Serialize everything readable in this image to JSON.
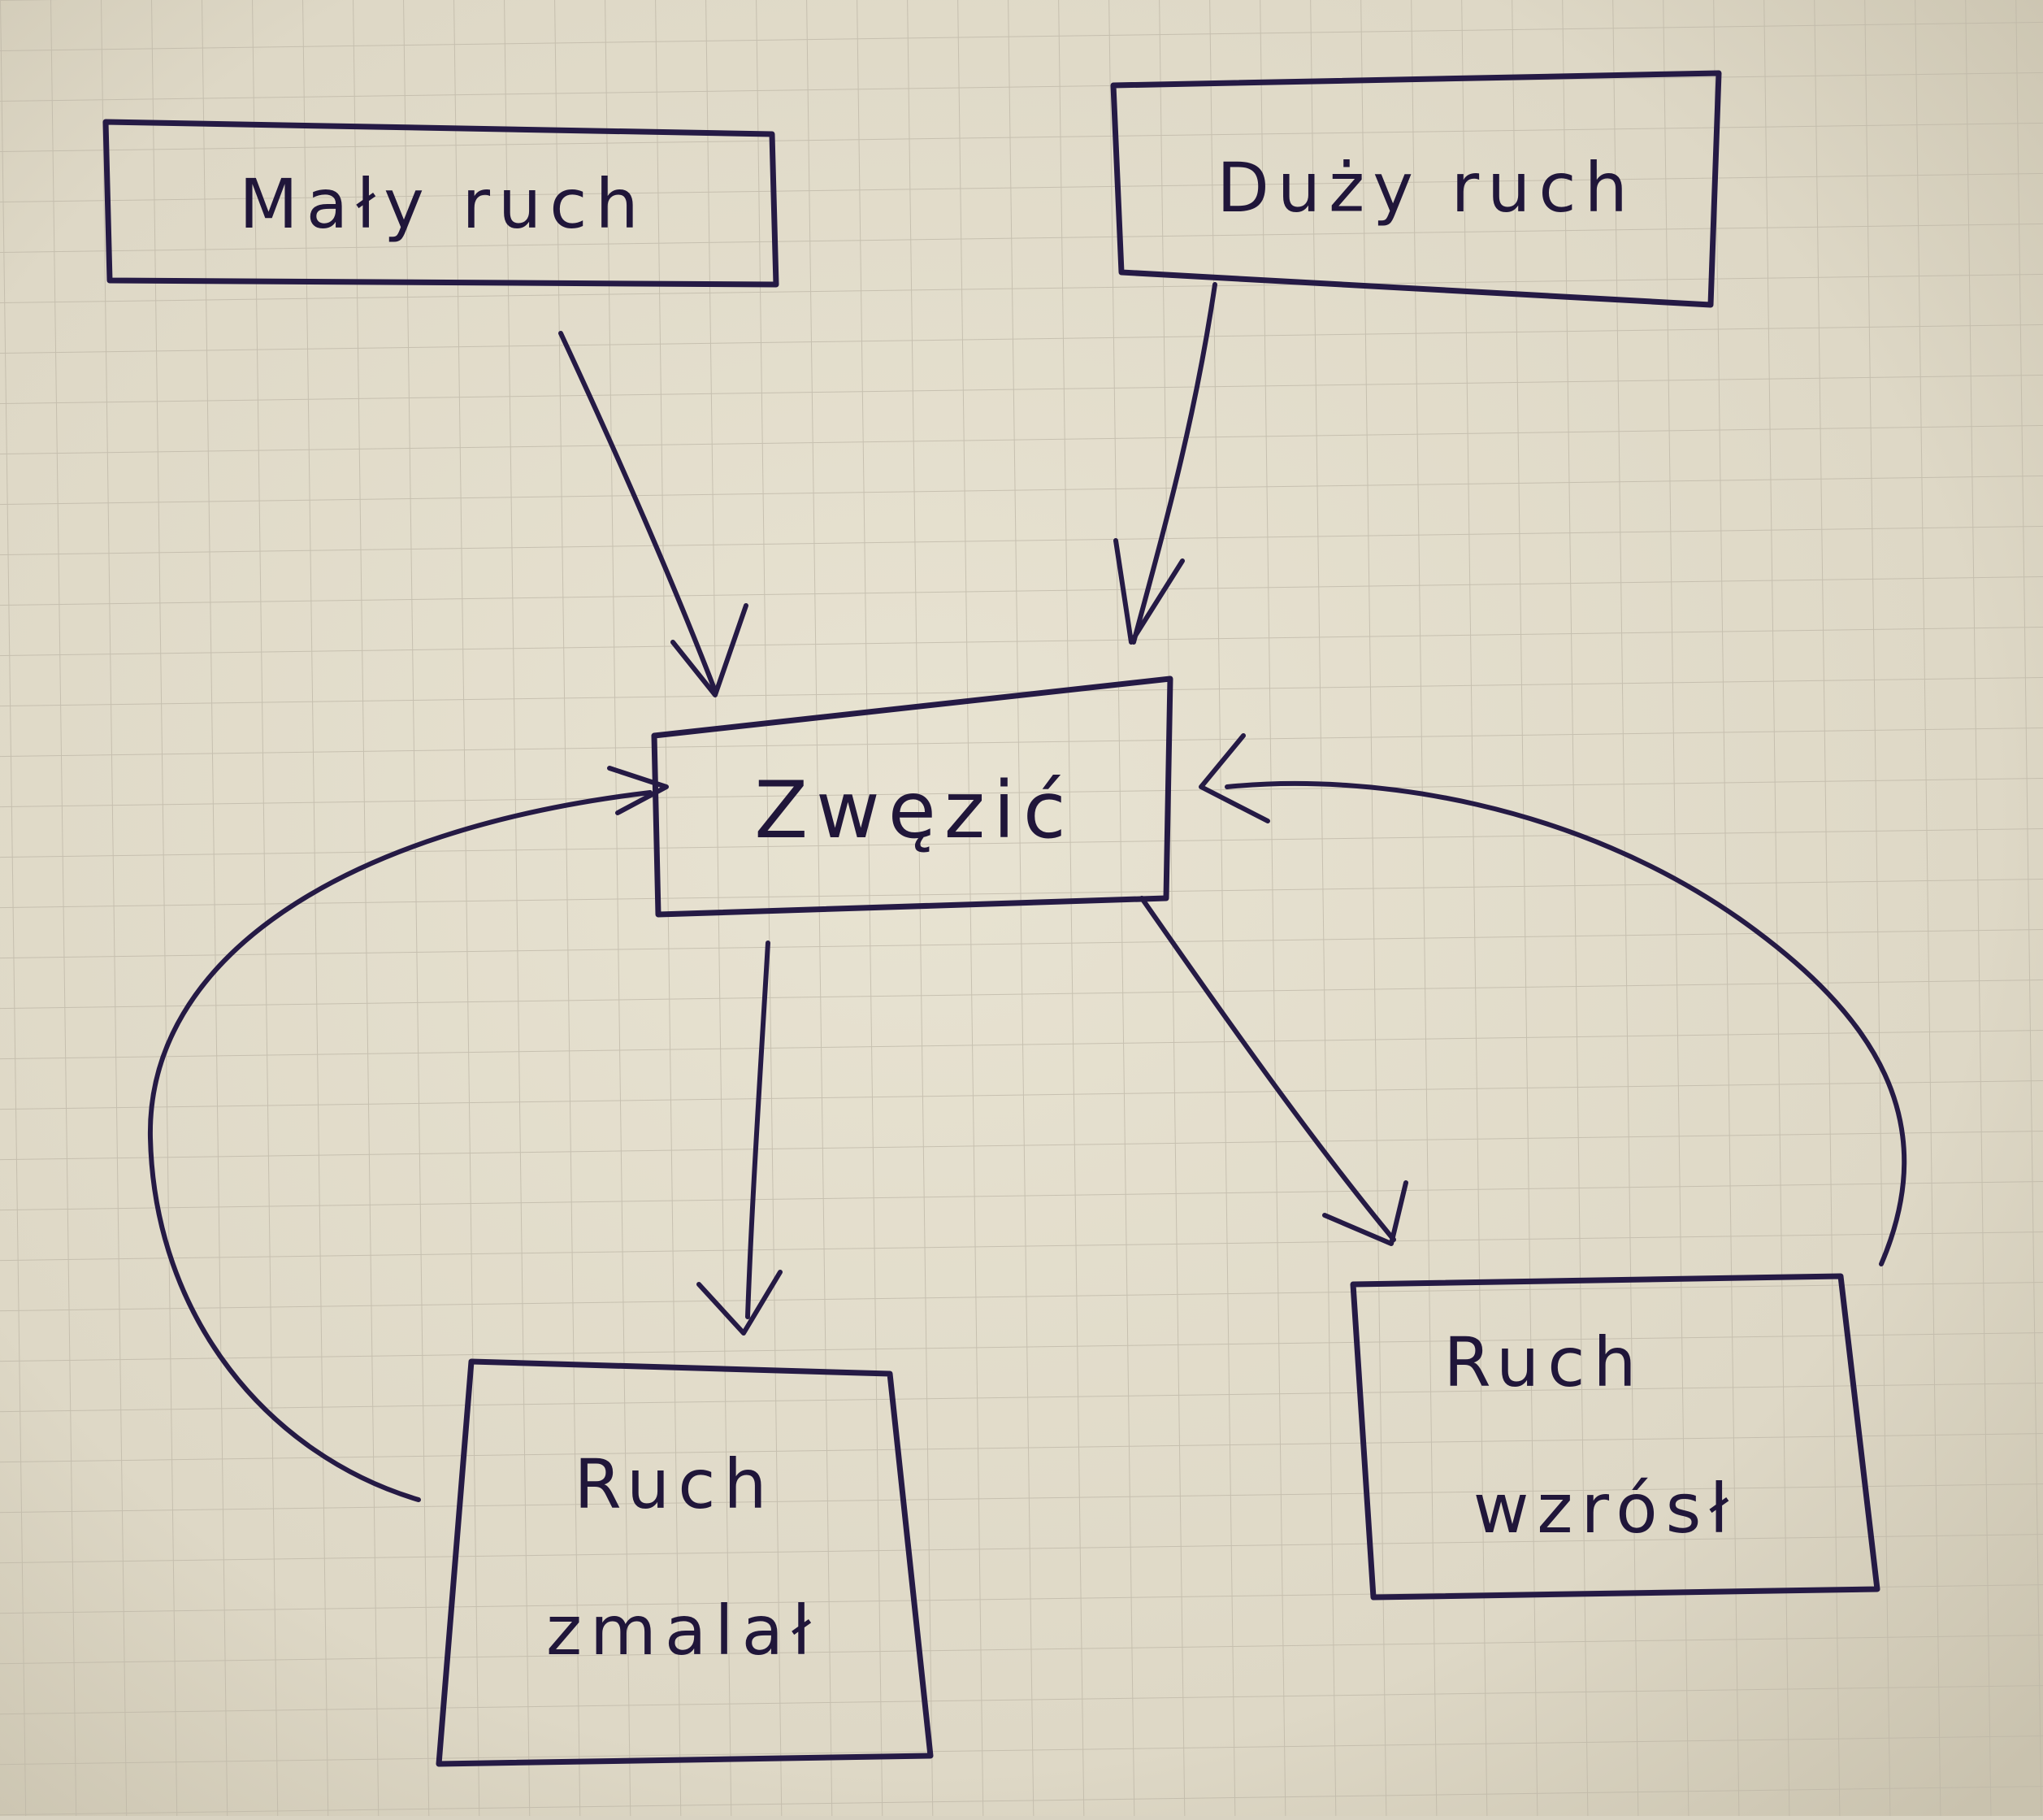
{
  "diagram": {
    "nodes": [
      {
        "id": "maly-ruch",
        "label_lines": [
          "Mały ruch"
        ]
      },
      {
        "id": "duzy-ruch",
        "label_lines": [
          "Duży ruch"
        ]
      },
      {
        "id": "zwezic",
        "label_lines": [
          "Zwęzić"
        ]
      },
      {
        "id": "ruch-zmalal",
        "label_lines": [
          "Ruch",
          "zmalał"
        ]
      },
      {
        "id": "ruch-wzrosl",
        "label_lines": [
          "Ruch",
          "wzrósł"
        ]
      }
    ],
    "edges": [
      {
        "from": "maly-ruch",
        "to": "zwezic"
      },
      {
        "from": "duzy-ruch",
        "to": "zwezic"
      },
      {
        "from": "zwezic",
        "to": "ruch-zmalal"
      },
      {
        "from": "zwezic",
        "to": "ruch-wzrosl"
      },
      {
        "from": "ruch-zmalal",
        "to": "zwezic"
      },
      {
        "from": "ruch-wzrosl",
        "to": "zwezic"
      }
    ]
  },
  "colors": {
    "paper": "#e4dfce",
    "grid": "#bdb6a6",
    "ink": "#251a45"
  }
}
